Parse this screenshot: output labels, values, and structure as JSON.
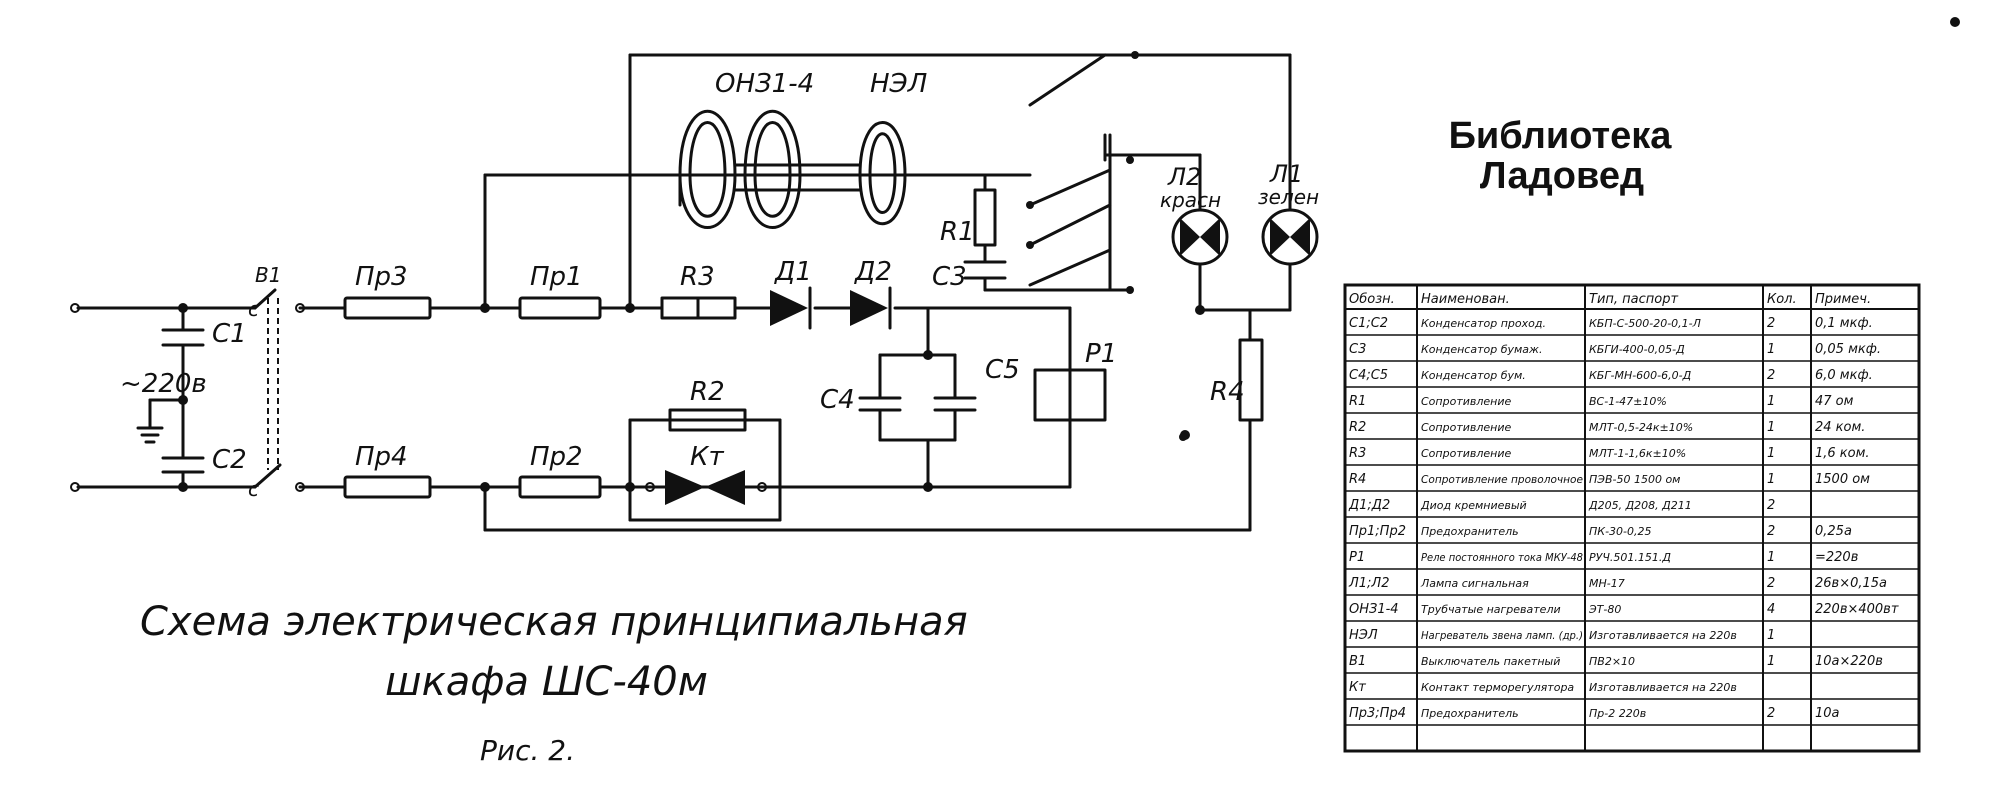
{
  "watermark": {
    "line1": "Библиотека",
    "line2": "Ладовед"
  },
  "caption": {
    "line1": "Схема электрическая принципиальная",
    "line2": "шкафа ШС-40м",
    "figure": "Рис. 2."
  },
  "schematic": {
    "supply_voltage": "~220в",
    "labels": {
      "c1": "C1",
      "c2": "C2",
      "c3": "C3",
      "c4": "C4",
      "c5": "C5",
      "pr1": "Пр1",
      "pr2": "Пр2",
      "pr3": "Пр3",
      "pr4": "Пр4",
      "r1": "R1",
      "r2": "R2",
      "r3": "R3",
      "r4": "R4",
      "d1": "Д1",
      "d2": "Д2",
      "kt": "Кт",
      "p1": "P1",
      "onz": "ОНЗ1-4",
      "nel": "НЭЛ",
      "l1": "Л1",
      "l1_color": "зелен",
      "l2": "Л2",
      "l2_color": "красн",
      "switch": "В1",
      "switch_c_top": "с",
      "switch_c_bottom": "с"
    }
  },
  "parts_table": {
    "headers": [
      "Обозн.",
      "Наименован.",
      "Тип, паспорт",
      "Кол.",
      "Примеч."
    ],
    "rows": [
      [
        "C1;C2",
        "Конденсатор проход.",
        "КБП-С-500-20-0,1-Л",
        "2",
        "0,1 мкф."
      ],
      [
        "C3",
        "Конденсатор бумаж.",
        "КБГИ-400-0,05-Д",
        "1",
        "0,05 мкф."
      ],
      [
        "C4;C5",
        "Конденсатор бум.",
        "КБГ-МН-600-6,0-Д",
        "2",
        "6,0 мкф."
      ],
      [
        "R1",
        "Сопротивление",
        "ВС-1-47±10%",
        "1",
        "47 ом"
      ],
      [
        "R2",
        "Сопротивление",
        "МЛТ-0,5-24к±10%",
        "1",
        "24 ком."
      ],
      [
        "R3",
        "Сопротивление",
        "МЛТ-1-1,6к±10%",
        "1",
        "1,6 ком."
      ],
      [
        "R4",
        "Сопротивление проволочное",
        "ПЭВ-50 1500 ом",
        "1",
        "1500 ом"
      ],
      [
        "Д1;Д2",
        "Диод кремниевый",
        "Д205, Д208, Д211",
        "2",
        ""
      ],
      [
        "Пр1;Пр2",
        "Предохранитель",
        "ПК-30-0,25",
        "2",
        "0,25а"
      ],
      [
        "P1",
        "Реле постоянного тока МКУ-48",
        "РУЧ.501.151.Д",
        "1",
        "=220в"
      ],
      [
        "Л1;Л2",
        "Лампа сигнальная",
        "МН-17",
        "2",
        "26в×0,15а"
      ],
      [
        "ОНЗ1-4",
        "Трубчатые нагреватели",
        "ЭТ-80",
        "4",
        "220в×400вт"
      ],
      [
        "НЭЛ",
        "Нагреватель звена ламп. (др.)",
        "Изготавливается на 220в",
        "1",
        ""
      ],
      [
        "В1",
        "Выключатель пакетный",
        "ПВ2×10",
        "1",
        "10а×220в"
      ],
      [
        "Кт",
        "Контакт терморегулятора",
        "Изготавливается на 220в",
        "",
        ""
      ],
      [
        "Пр3;Пр4",
        "Предохранитель",
        "Пр-2 220в",
        "2",
        "10а"
      ],
      [
        "",
        "",
        "",
        "",
        ""
      ]
    ]
  }
}
